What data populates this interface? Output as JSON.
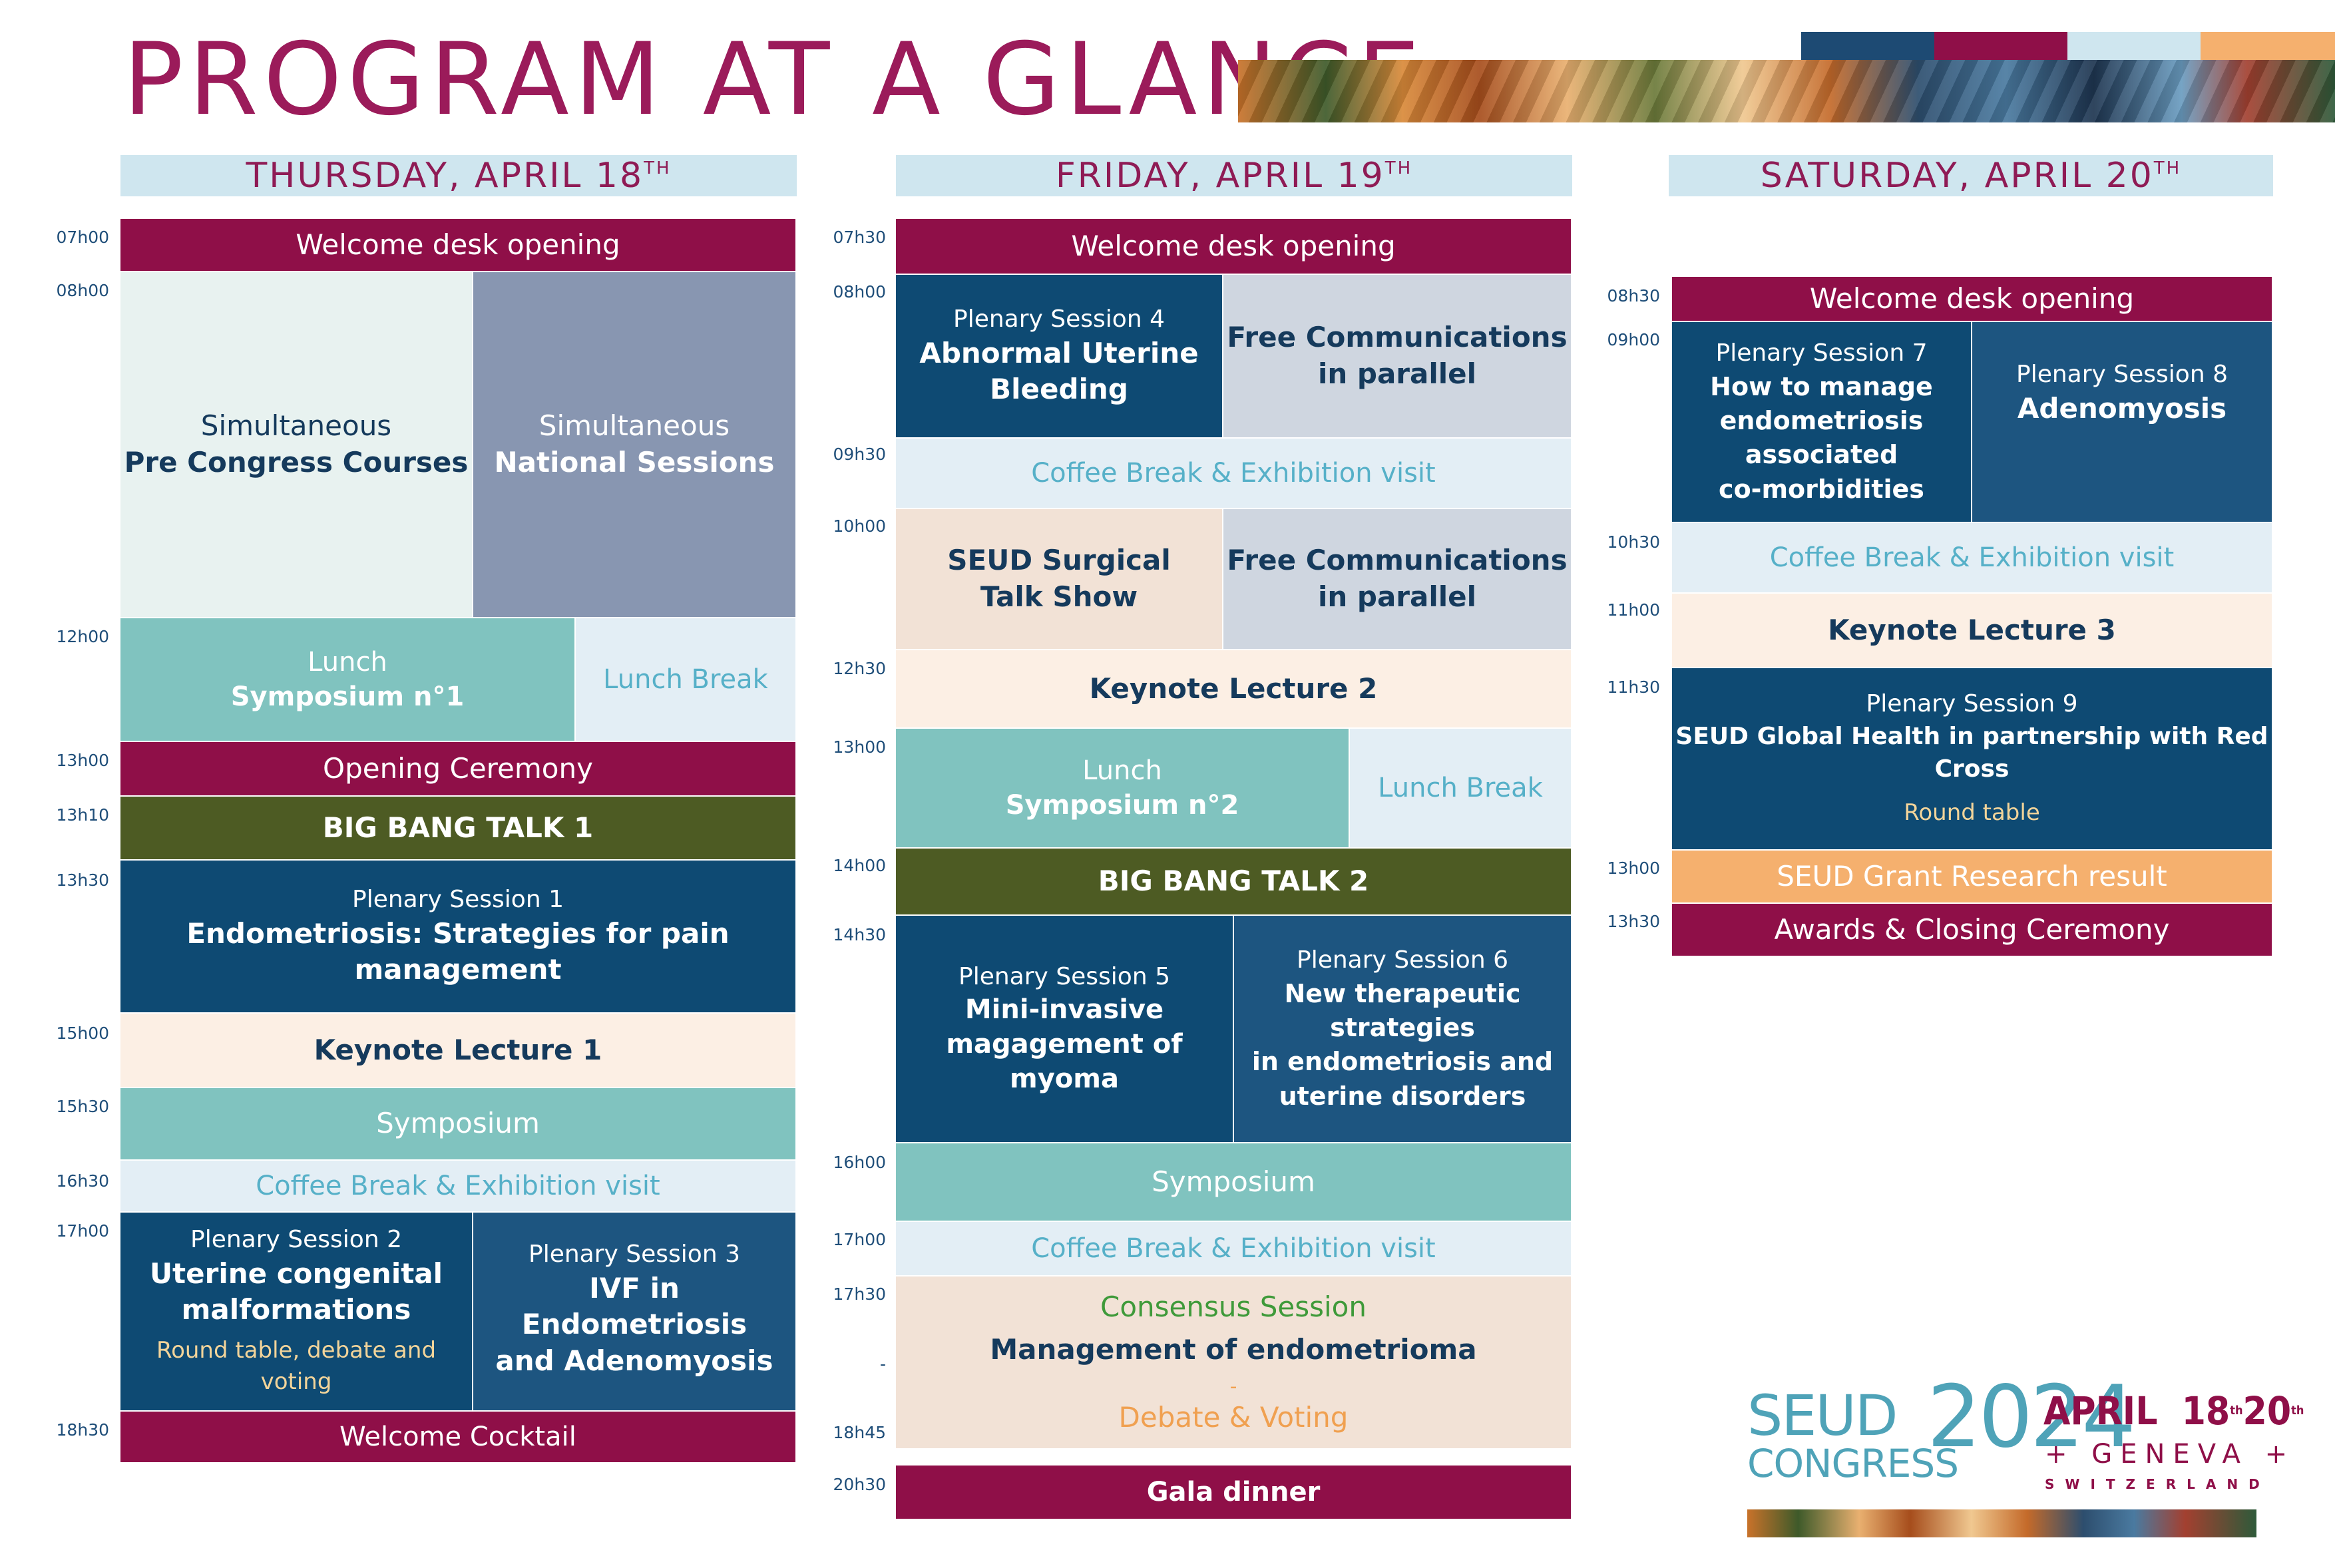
{
  "title": "PROGRAM AT A GLANCE",
  "days": [
    {
      "label": "THURSDAY, APRIL 18",
      "sup": "TH"
    },
    {
      "label": "FRIDAY, APRIL 19",
      "sup": "TH"
    },
    {
      "label": "SATURDAY, APRIL 20",
      "sup": "TH"
    }
  ],
  "thursday": {
    "times": [
      "07h00",
      "08h00",
      "12h00",
      "13h00",
      "13h10",
      "13h30",
      "15h00",
      "15h30",
      "16h30",
      "17h00",
      "18h30"
    ],
    "welcome": "Welcome desk opening",
    "sim1_a": "Simultaneous",
    "sim1_b": "Pre Congress Courses",
    "sim2_a": "Simultaneous",
    "sim2_b": "National Sessions",
    "lunch_a": "Lunch",
    "lunch_b": "Symposium n°1",
    "lunch_break": "Lunch Break",
    "opening": "Opening Ceremony",
    "bigbang": "BIG BANG TALK 1",
    "ps1_a": "Plenary Session 1",
    "ps1_b": "Endometriosis: Strategies for pain management",
    "keynote": "Keynote Lecture 1",
    "symposium": "Symposium",
    "coffee": "Coffee Break & Exhibition visit",
    "ps2_a": "Plenary Session 2",
    "ps2_b": "Uterine congenital",
    "ps2_c": "malformations",
    "ps2_d": "Round table, debate and voting",
    "ps3_a": "Plenary Session 3",
    "ps3_b": "IVF in Endometriosis",
    "ps3_c": "and Adenomyosis",
    "cocktail": "Welcome Cocktail"
  },
  "friday": {
    "times": [
      "07h30",
      "08h00",
      "09h30",
      "10h00",
      "12h30",
      "13h00",
      "14h00",
      "14h30",
      "16h00",
      "17h00",
      "17h30",
      "-",
      "18h45",
      "20h30"
    ],
    "welcome": "Welcome desk opening",
    "ps4_a": "Plenary Session 4",
    "ps4_b": "Abnormal Uterine",
    "ps4_c": "Bleeding",
    "fc_a": "Free Communications",
    "fc_b": "in parallel",
    "coffee1": "Coffee Break & Exhibition visit",
    "surg_a": "SEUD Surgical",
    "surg_b": "Talk Show",
    "fc2_a": "Free Communications",
    "fc2_b": "in parallel",
    "keynote": "Keynote Lecture 2",
    "lunch_a": "Lunch",
    "lunch_b": "Symposium n°2",
    "lunch_break": "Lunch Break",
    "bigbang": "BIG BANG TALK 2",
    "ps5_a": "Plenary Session 5",
    "ps5_b": "Mini-invasive",
    "ps5_c": "magagement of myoma",
    "ps6_a": "Plenary Session 6",
    "ps6_b": "New therapeutic strategies",
    "ps6_c": "in endometriosis and",
    "ps6_d": "uterine disorders",
    "symposium": "Symposium",
    "coffee2": "Coffee Break & Exhibition visit",
    "cons_a": "Consensus Session",
    "cons_b": "Management of endometrioma",
    "cons_c": "-",
    "cons_d": "Debate & Voting",
    "gala": "Gala dinner"
  },
  "saturday": {
    "times": [
      "08h30",
      "09h00",
      "10h30",
      "11h00",
      "11h30",
      "13h00",
      "13h30"
    ],
    "welcome": "Welcome desk opening",
    "ps7_a": "Plenary Session 7",
    "ps7_b": "How to manage",
    "ps7_c": "endometriosis associated",
    "ps7_d": "co-morbidities",
    "ps8_a": "Plenary Session 8",
    "ps8_b": "Adenomyosis",
    "coffee": "Coffee Break & Exhibition visit",
    "keynote": "Keynote Lecture 3",
    "ps9_a": "Plenary Session 9",
    "ps9_b": "SEUD Global Health  in partnership with Red Cross",
    "ps9_c": "Round table",
    "grant": "SEUD Grant Research result",
    "closing": "Awards & Closing Ceremony"
  },
  "logo": {
    "seud": "SEUD",
    "congress": "CONGRESS",
    "year": "2024",
    "april": "APRIL",
    "d1": "18",
    "d1sup": "th",
    "d2": "20",
    "d2sup": "th",
    "city": "+ GENEVA +",
    "country": "SWITZERLAND"
  },
  "colors": {
    "magenta": "#8f0f48",
    "navy": "#0e4a73",
    "teal": "#80c3bf",
    "olive": "#4d5b23",
    "peach": "#fcefe4"
  }
}
